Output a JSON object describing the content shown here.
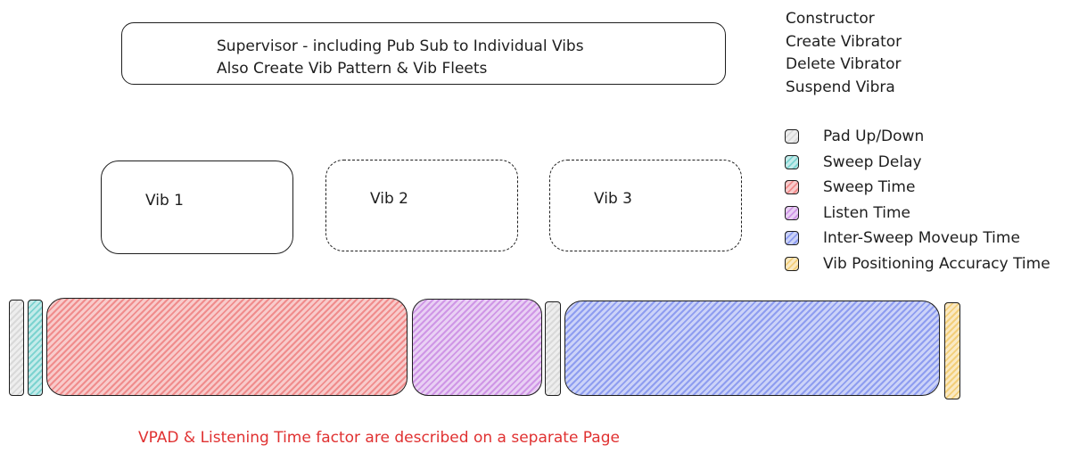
{
  "supervisor": {
    "lines": [
      "Supervisor - including Pub Sub to Individual Vibs",
      "Also Create Vib Pattern & Vib Fleets"
    ]
  },
  "vibs": [
    {
      "label": "Vib 1",
      "style": "solid"
    },
    {
      "label": "Vib 2",
      "style": "dashed"
    },
    {
      "label": "Vib 3",
      "style": "dashed"
    }
  ],
  "operations": [
    "Constructor",
    "Create Vibrator",
    "Delete Vibrator",
    "Suspend Vibra"
  ],
  "legend": [
    {
      "label": "Pad Up/Down",
      "color": "#d9d9d9"
    },
    {
      "label": "Sweep Delay",
      "color": "#7cd3d0"
    },
    {
      "label": "Sweep Time",
      "color": "#f08c8c"
    },
    {
      "label": "Listen Time",
      "color": "#cf96e6"
    },
    {
      "label": "Inter-Sweep Moveup Time",
      "color": "#8e9df0"
    },
    {
      "label": "Vib Positioning Accuracy Time",
      "color": "#f3cf7a"
    }
  ],
  "timeline": [
    {
      "type": "Pad Up/Down"
    },
    {
      "type": "Sweep Delay"
    },
    {
      "type": "Sweep Time"
    },
    {
      "type": "Listen Time"
    },
    {
      "type": "Pad Up/Down"
    },
    {
      "type": "Inter-Sweep Moveup Time"
    },
    {
      "type": "Vib Positioning Accuracy Time"
    }
  ],
  "note": {
    "text": "VPAD & Listening Time factor are described on a separate Page",
    "color": "#e03131"
  }
}
